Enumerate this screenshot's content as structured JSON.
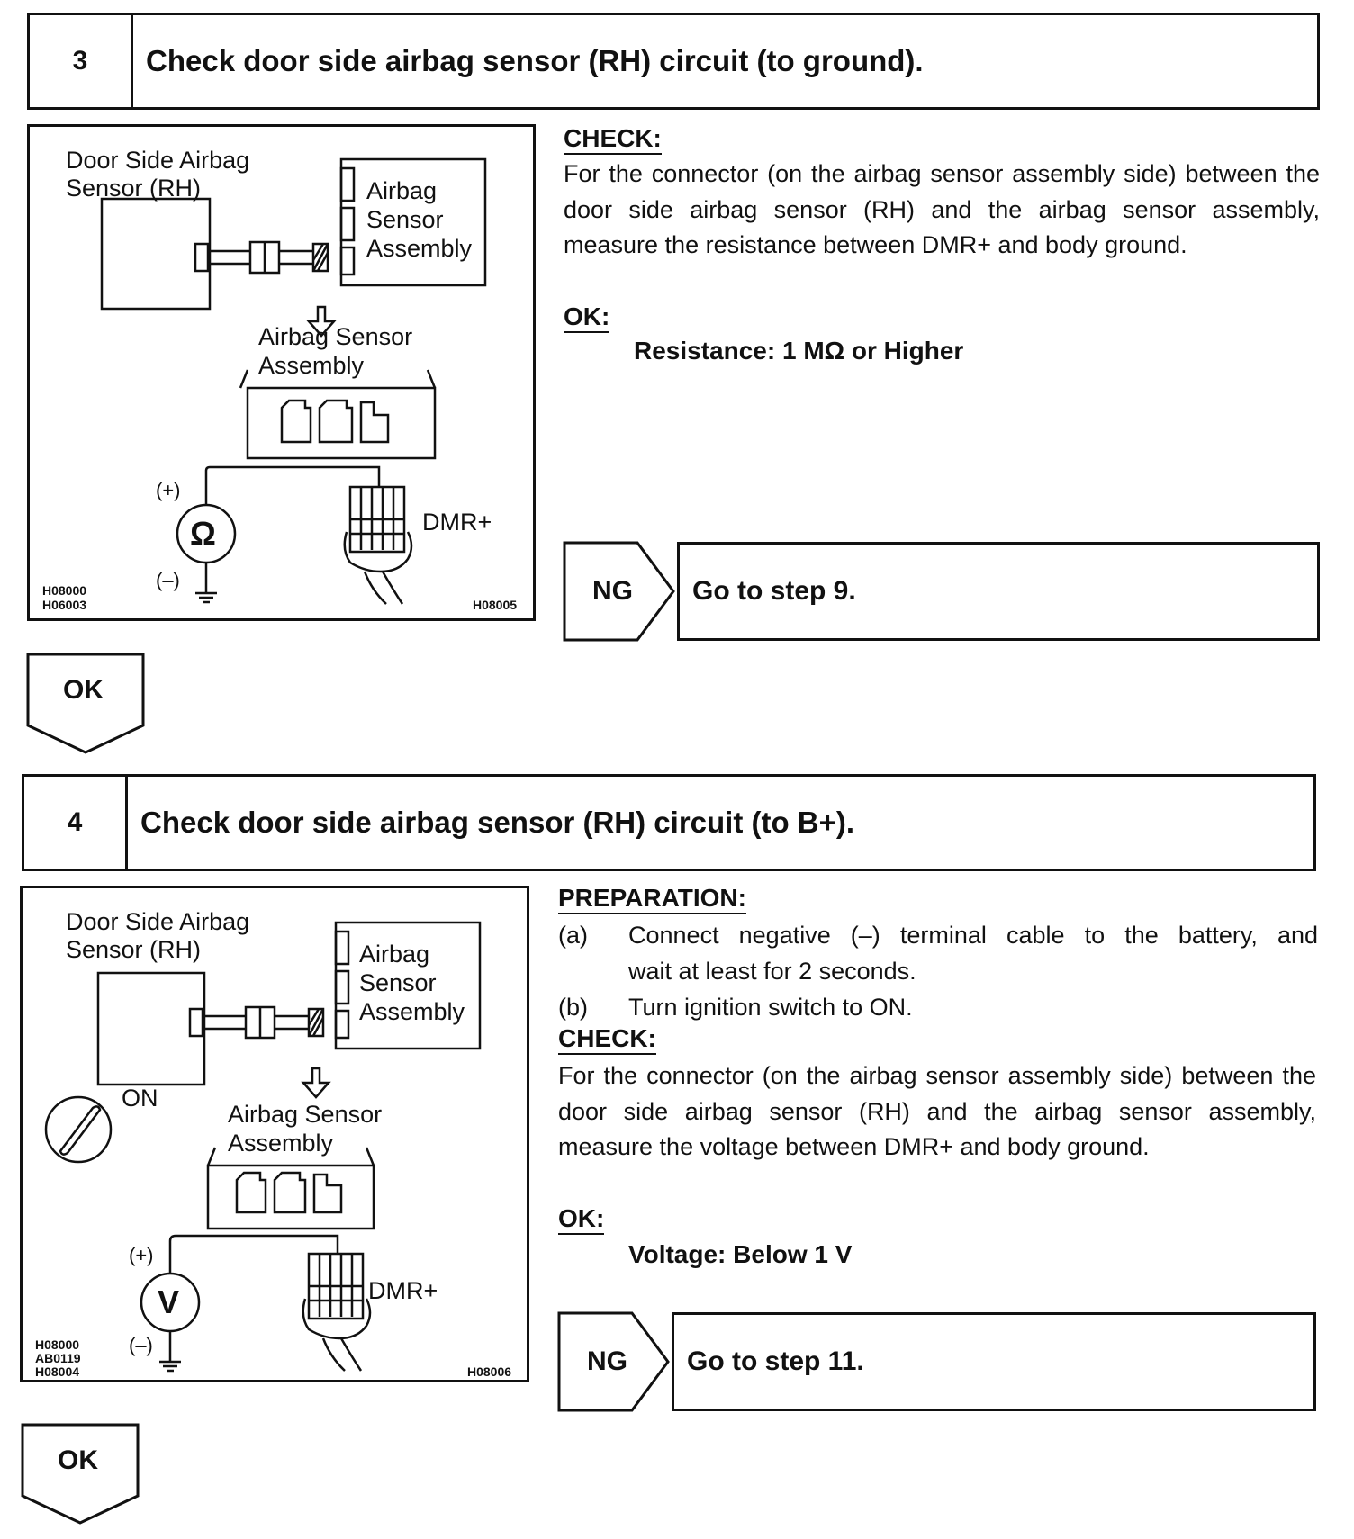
{
  "step3": {
    "number": "3",
    "title": "Check door side airbag sensor (RH) circuit (to ground).",
    "figure": {
      "label_sensor_line1": "Door Side Airbag",
      "label_sensor_line2": "Sensor (RH)",
      "label_assembly_line1": "Airbag",
      "label_assembly_line2": "Sensor",
      "label_assembly_line3": "Assembly",
      "label_connector_line1": "Airbag  Sensor",
      "label_connector_line2": "Assembly",
      "meter_plus": "(+)",
      "meter_minus": "(–)",
      "meter_symbol": "Ω",
      "terminal": "DMR+",
      "code_left_1": "H08000",
      "code_left_2": "H06003",
      "code_right": "H08005"
    },
    "check_heading": "CHECK:",
    "check_text": "For the connector (on the airbag sensor assembly side) between the door side airbag sensor (RH) and the airbag sensor assembly, measure the resistance between DMR+ and body ground.",
    "ok_heading": "OK:",
    "ok_spec": "Resistance: 1 MΩ or Higher",
    "ng_label": "NG",
    "ng_action": "Go to step 9.",
    "ok_label": "OK"
  },
  "step4": {
    "number": "4",
    "title": "Check door side airbag sensor (RH) circuit (to B+).",
    "figure": {
      "label_sensor_line1": "Door Side Airbag",
      "label_sensor_line2": "Sensor (RH)",
      "label_assembly_line1": "Airbag",
      "label_assembly_line2": "Sensor",
      "label_assembly_line3": "Assembly",
      "label_on": "ON",
      "label_connector_line1": "Airbag Sensor",
      "label_connector_line2": "Assembly",
      "meter_plus": "(+)",
      "meter_minus": "(–)",
      "meter_symbol": "V",
      "terminal": "DMR+",
      "code_left_1": "H08000",
      "code_left_2": "AB0119",
      "code_left_3": "H08004",
      "code_right": "H08006"
    },
    "prep_heading": "PREPARATION:",
    "prep_items": [
      {
        "letter": "(a)",
        "text_line1": "Connect negative (–) terminal cable to the battery, and",
        "text_line2": "wait at least for 2 seconds."
      },
      {
        "letter": "(b)",
        "text_line1": "Turn ignition switch to ON."
      }
    ],
    "check_heading": "CHECK:",
    "check_text": "For the connector (on the airbag sensor assembly side) between the door side airbag sensor (RH) and the airbag sensor assembly, measure the voltage between DMR+ and body ground.",
    "ok_heading": "OK:",
    "ok_spec": "Voltage: Below 1 V",
    "ng_label": "NG",
    "ng_action": "Go to step 11.",
    "ok_label": "OK"
  }
}
